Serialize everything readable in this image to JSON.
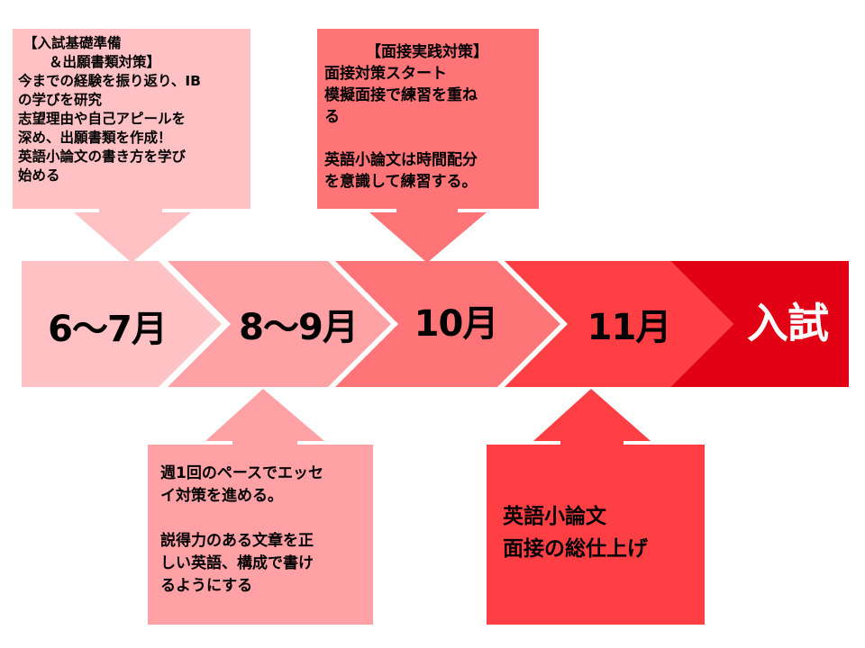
{
  "colors": {
    "stage1": "#ffc1c3",
    "stage2": "#ffa1a5",
    "stage3": "#ff7477",
    "stage4": "#ff3f43",
    "stage5": "#e10014",
    "callout_top1": "#ffc1c3",
    "callout_top2": "#ff7477",
    "callout_bottom1": "#ffa1a5",
    "callout_bottom2": "#ff3f43"
  },
  "stages": [
    {
      "label": "6〜7月"
    },
    {
      "label": "8〜9月"
    },
    {
      "label": "10月"
    },
    {
      "label": "11月"
    },
    {
      "label": "入試"
    }
  ],
  "callouts": {
    "top_left": {
      "title_line1": "【入試基礎準備",
      "title_line2": "＆出願書類対策】",
      "lines": [
        "今までの経験を振り返り、IB",
        "の学びを研究",
        "志望理由や自己アピールを",
        "深め、出願書類を作成！",
        "英語小論文の書き方を学び",
        "始める"
      ]
    },
    "top_right": {
      "title": "【面接実践対策】",
      "lines_a": [
        "面接対策スタート",
        "模擬面接で練習を重ね",
        "る"
      ],
      "lines_b": [
        "英語小論文は時間配分",
        "を意識して練習する。"
      ]
    },
    "bottom_left": {
      "lines_a": [
        "週1回のペースでエッセ",
        "イ対策を進める。"
      ],
      "lines_b": [
        "説得力のある文章を正",
        "しい英語、構成で書け",
        "るようにする"
      ]
    },
    "bottom_right": {
      "lines": [
        "英語小論文",
        "面接の総仕上げ"
      ]
    }
  }
}
